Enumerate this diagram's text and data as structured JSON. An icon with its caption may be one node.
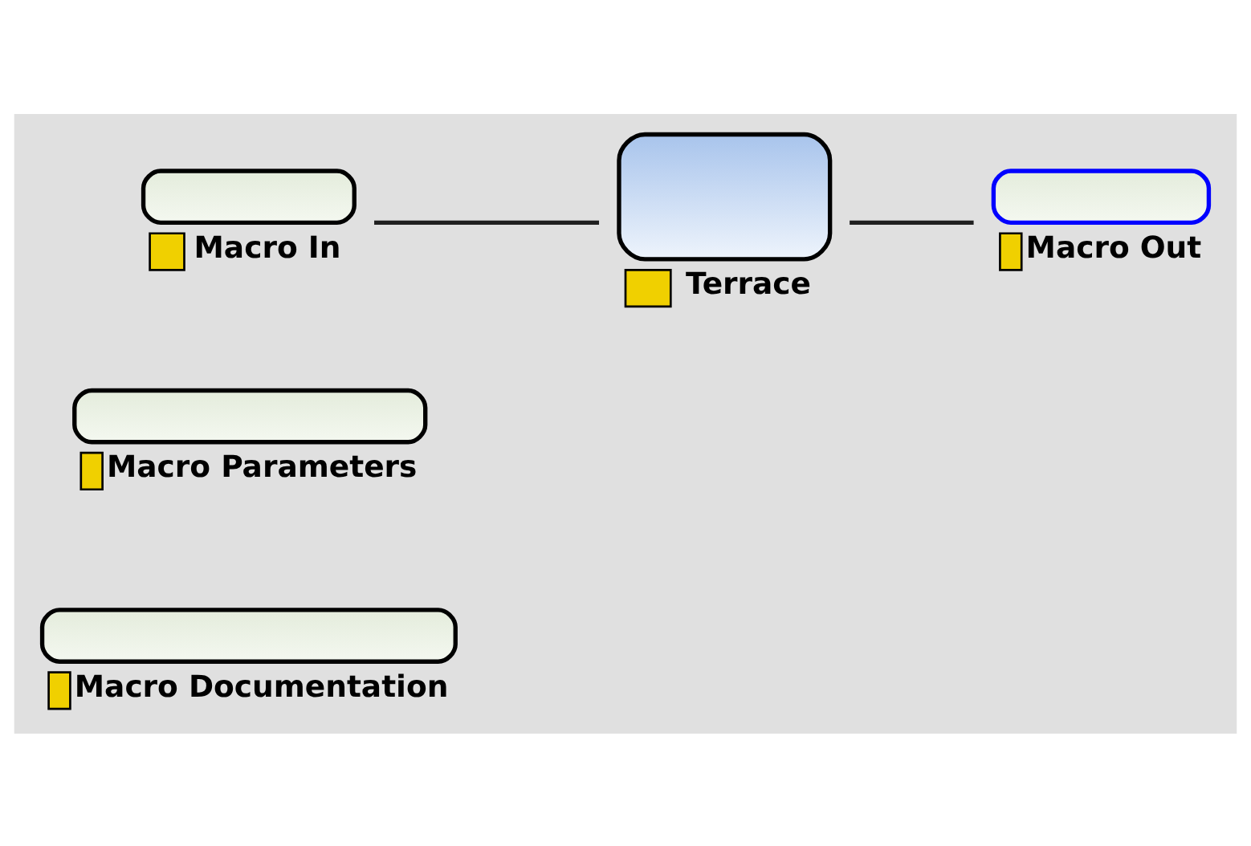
{
  "diagram": {
    "nodes": [
      {
        "text": [
          "Macro Documentation"
        ]
      },
      {
        "text": [
          "Macro Parameters"
        ]
      },
      {
        "text": [
          "Macro Out"
        ]
      },
      {
        "text": [
          "Macro In"
        ]
      },
      {
        "text": [
          "Terrace"
        ]
      }
    ],
    "edges": [
      {
        "from": 3,
        "to": 4,
        "arrow": "none"
      },
      {
        "from": 4,
        "to": 2,
        "arrow": "none"
      }
    ]
  }
}
